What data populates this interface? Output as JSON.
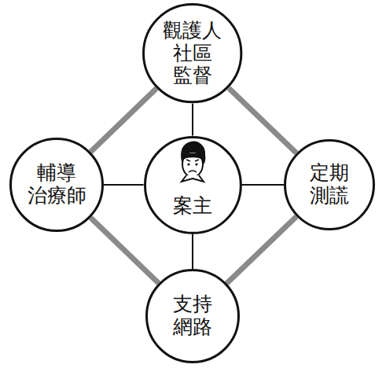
{
  "diagram": {
    "nodes": [
      {
        "text": [
          "觀護人 社區 監督"
        ]
      },
      {
        "text": [
          "輔導 治療師"
        ]
      },
      {
        "text": [
          "案主"
        ]
      },
      {
        "text": [
          "定期 測謊"
        ]
      },
      {
        "text": [
          "支持 網路"
        ]
      }
    ],
    "edges": [
      {
        "from": 2,
        "to": 0,
        "arrow": "none"
      },
      {
        "from": 2,
        "to": 1,
        "arrow": "none"
      },
      {
        "from": 2,
        "to": 3,
        "arrow": "none"
      },
      {
        "from": 2,
        "to": 4,
        "arrow": "none"
      },
      {
        "from": 0,
        "to": 1,
        "arrow": "none"
      },
      {
        "from": 0,
        "to": 3,
        "arrow": "none"
      },
      {
        "from": 1,
        "to": 4,
        "arrow": "none"
      },
      {
        "from": 3,
        "to": 4,
        "arrow": "none"
      }
    ]
  }
}
